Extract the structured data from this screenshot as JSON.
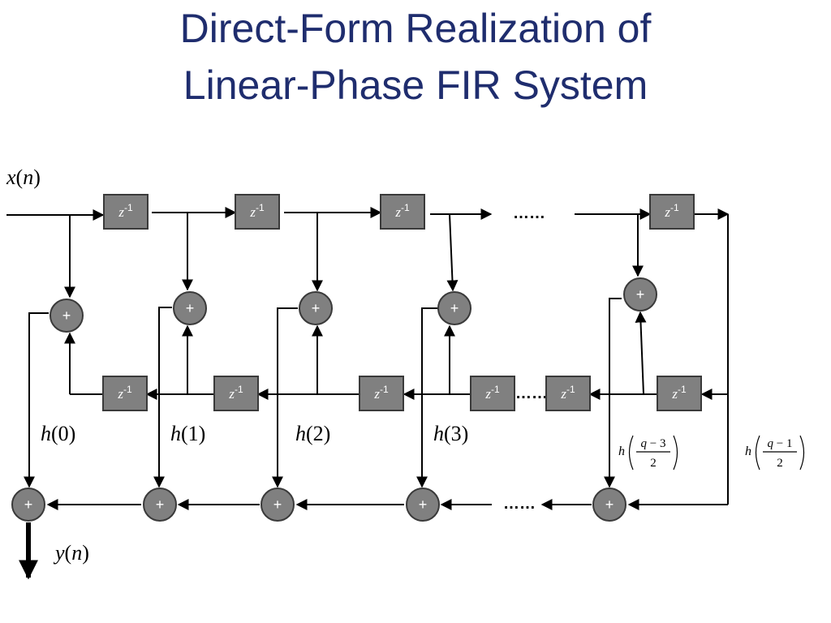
{
  "title": {
    "line1": "Direct-Form Realization of",
    "line2": "Linear-Phase FIR System"
  },
  "diagram": {
    "input_label": {
      "base": "x",
      "open": "(",
      "var": "n",
      "close": ")"
    },
    "output_label": {
      "base": "y",
      "open": "(",
      "var": "n",
      "close": ")"
    },
    "delay": {
      "base": "z",
      "exp": "-1"
    },
    "adder_symbol": "+",
    "coefficients": [
      {
        "base": "h",
        "arg": "(0)"
      },
      {
        "base": "h",
        "arg": "(1)"
      },
      {
        "base": "h",
        "arg": "(2)"
      },
      {
        "base": "h",
        "arg": "(3)"
      }
    ],
    "frac_coefficients": [
      {
        "base": "h",
        "num_var": "q",
        "num_rest": " − 3",
        "den": "2"
      },
      {
        "base": "h",
        "num_var": "q",
        "num_rest": " − 1",
        "den": "2"
      }
    ],
    "ellipsis": "……"
  },
  "colors": {
    "title": "#1f2d6e",
    "block_fill": "#808080",
    "block_stroke": "#3a3a3a",
    "line": "#000000"
  }
}
